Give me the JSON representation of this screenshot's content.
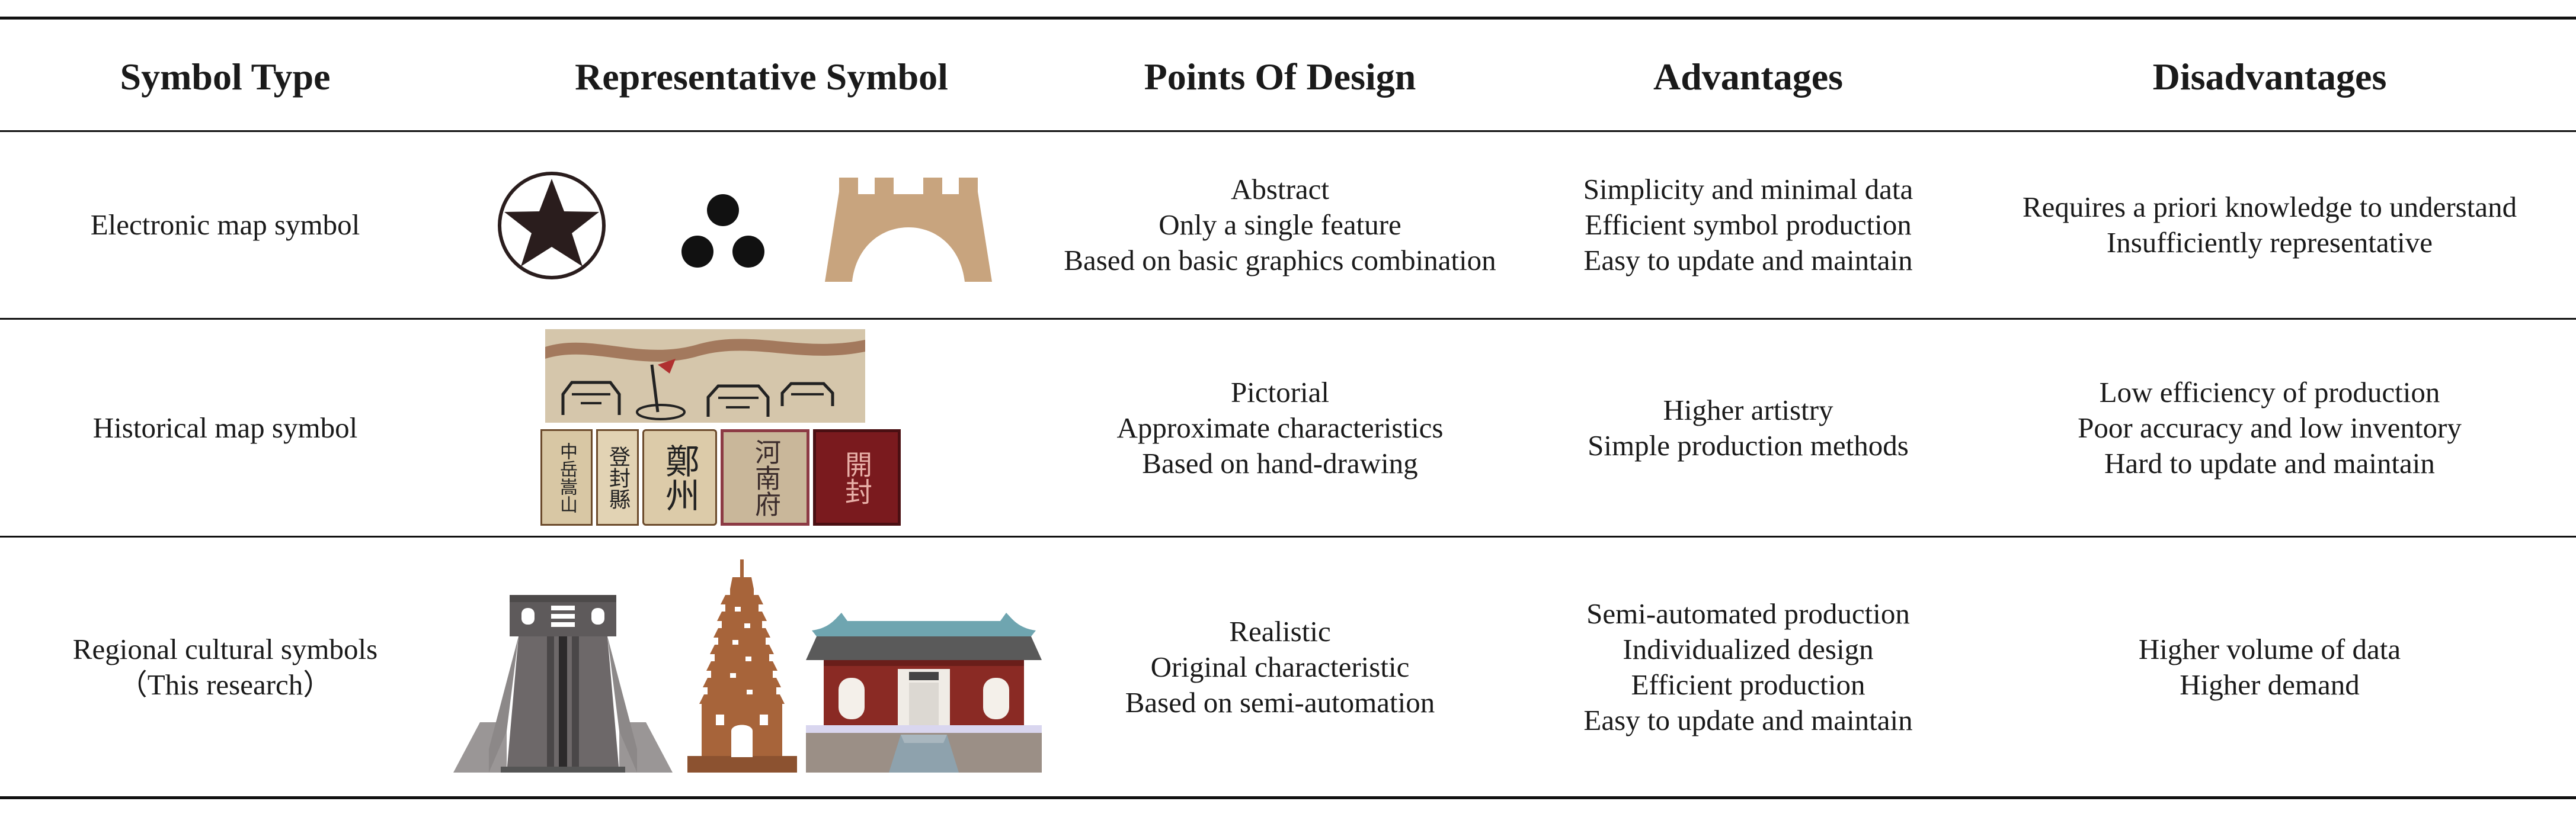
{
  "headers": [
    "Symbol Type",
    "Representative Symbol",
    "Points Of Design",
    "Advantages",
    "Disadvantages"
  ],
  "rows": [
    {
      "type": [
        "Electronic map symbol"
      ],
      "design": [
        "Abstract",
        "Only a single feature",
        "Based on basic graphics combination"
      ],
      "advantages": [
        "Simplicity and minimal data",
        "Efficient symbol production",
        "Easy to update and maintain"
      ],
      "disadvantages": [
        "Requires a priori knowledge to understand",
        "Insufficiently representative"
      ]
    },
    {
      "type": [
        "Historical map symbol"
      ],
      "design": [
        "Pictorial",
        "Approximate characteristics",
        "Based on hand-drawing"
      ],
      "advantages": [
        "Higher artistry",
        "Simple production methods"
      ],
      "disadvantages": [
        "Low efficiency of production",
        "Poor accuracy and low inventory",
        "Hard to update and maintain"
      ]
    },
    {
      "type": [
        "Regional cultural symbols",
        "（This research）"
      ],
      "design": [
        "Realistic",
        "Original characteristic",
        "Based on semi-automation"
      ],
      "advantages": [
        "Semi-automated production",
        "Individualized design",
        "Efficient production",
        "Easy to update and maintain"
      ],
      "disadvantages": [
        "Higher volume of data",
        "Higher demand"
      ]
    }
  ],
  "historical_seals": [
    "中岳嵩山",
    "登封縣",
    "鄭州",
    "河南府",
    "開封"
  ],
  "colors": {
    "star_dark": "#2a1d1d",
    "bridge_tan": "#c8a47e",
    "pagoda_brown": "#a7643a",
    "tower_gray": "#6d6869",
    "temple_red": "#8a2a24"
  }
}
